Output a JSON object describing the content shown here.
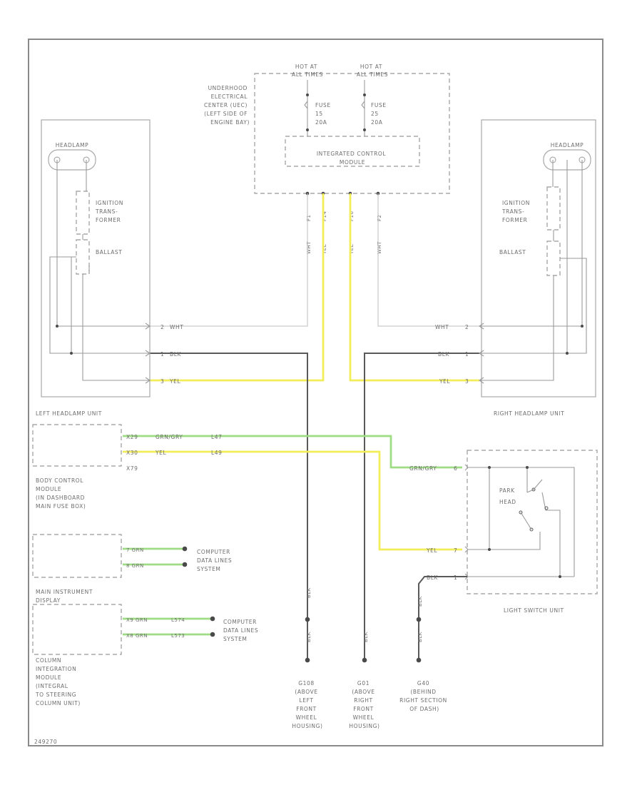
{
  "diagram": {
    "uec": {
      "label": [
        "UNDERHOOD",
        "ELECTRICAL",
        "CENTER (UEC)",
        "(LEFT SIDE OF",
        "ENGINE BAY)"
      ],
      "hot_left": [
        "HOT AT",
        "ALL TIMES"
      ],
      "hot_right": [
        "HOT AT",
        "ALL TIMES"
      ],
      "fuse_left": [
        "FUSE",
        "15",
        "20A"
      ],
      "fuse_right": [
        "FUSE",
        "25",
        "20A"
      ],
      "icm": [
        "INTEGRATED CONTROL",
        "MODULE"
      ],
      "wire_codes": [
        "F1",
        "F14",
        "F16",
        "F2"
      ],
      "wire_colors": [
        "WHT",
        "YEL",
        "YEL",
        "WHT"
      ]
    },
    "left_unit": {
      "lamp": "HEADLAMP",
      "ignition": [
        "IGNITION",
        "TRANS-",
        "FORMER"
      ],
      "ballast": "BALLAST",
      "caption": "LEFT HEADLAMP UNIT",
      "pins": [
        {
          "pin": "2",
          "color": "WHT"
        },
        {
          "pin": "1",
          "color": "BLK"
        },
        {
          "pin": "3",
          "color": "YEL"
        }
      ]
    },
    "right_unit": {
      "lamp": "HEADLAMP",
      "ignition": [
        "IGNITION",
        "TRANS-",
        "FORMER"
      ],
      "ballast": "BALLAST",
      "caption": "RIGHT HEADLAMP UNIT",
      "pins": [
        {
          "pin": "2",
          "color": "WHT"
        },
        {
          "pin": "1",
          "color": "BLK"
        },
        {
          "pin": "3",
          "color": "YEL"
        }
      ]
    },
    "bcm": {
      "pins": [
        "X29",
        "X30"
      ],
      "wires": [
        {
          "color": "GRN/GRY",
          "code": "L47"
        },
        {
          "color": "YEL",
          "code": "L49"
        }
      ],
      "connector": "X79",
      "label": [
        "BODY CONTROL",
        "MODULE",
        "(IN DASHBOARD",
        "MAIN FUSE BOX)"
      ]
    },
    "mid": {
      "wires": [
        "7 GRN",
        "8 GRN"
      ],
      "dest": [
        "COMPUTER",
        "DATA LINES",
        "SYSTEM"
      ],
      "label": [
        "MAIN INSTRUMENT",
        "DISPLAY"
      ]
    },
    "cim": {
      "wires": [
        {
          "color": "X9 GRN",
          "code": "L574"
        },
        {
          "color": "X8 GRN",
          "code": "L573"
        }
      ],
      "dest": [
        "COMPUTER",
        "DATA LINES",
        "SYSTEM"
      ],
      "label": [
        "COLUMN",
        "INTEGRATION",
        "MODULE",
        "(INTEGRAL",
        "TO STEERING",
        "COLUMN UNIT)"
      ]
    },
    "light_switch": {
      "caption": "LIGHT SWITCH UNIT",
      "switch": [
        "PARK",
        "HEAD"
      ],
      "pins": [
        {
          "label": "GRN/GRY",
          "pin": "6"
        },
        {
          "label": "YEL",
          "pin": "7"
        },
        {
          "label": "BLK",
          "pin": "1"
        }
      ]
    },
    "grounds": {
      "g1": {
        "wire": [
          "BLK",
          "BLK"
        ],
        "label": [
          "G108",
          "(ABOVE",
          "LEFT",
          "FRONT",
          "WHEEL",
          "HOUSING)"
        ]
      },
      "g2": {
        "wire": [
          "BLK"
        ],
        "label": [
          "G01",
          "(ABOVE",
          "RIGHT",
          "FRONT",
          "WHEEL",
          "HOUSING)"
        ]
      },
      "g3": {
        "wire": [
          "BLK",
          "BLK"
        ],
        "label": [
          "G40",
          "(BEHIND",
          "RIGHT SECTION",
          "OF DASH)"
        ]
      }
    },
    "footer_code": "249270"
  }
}
